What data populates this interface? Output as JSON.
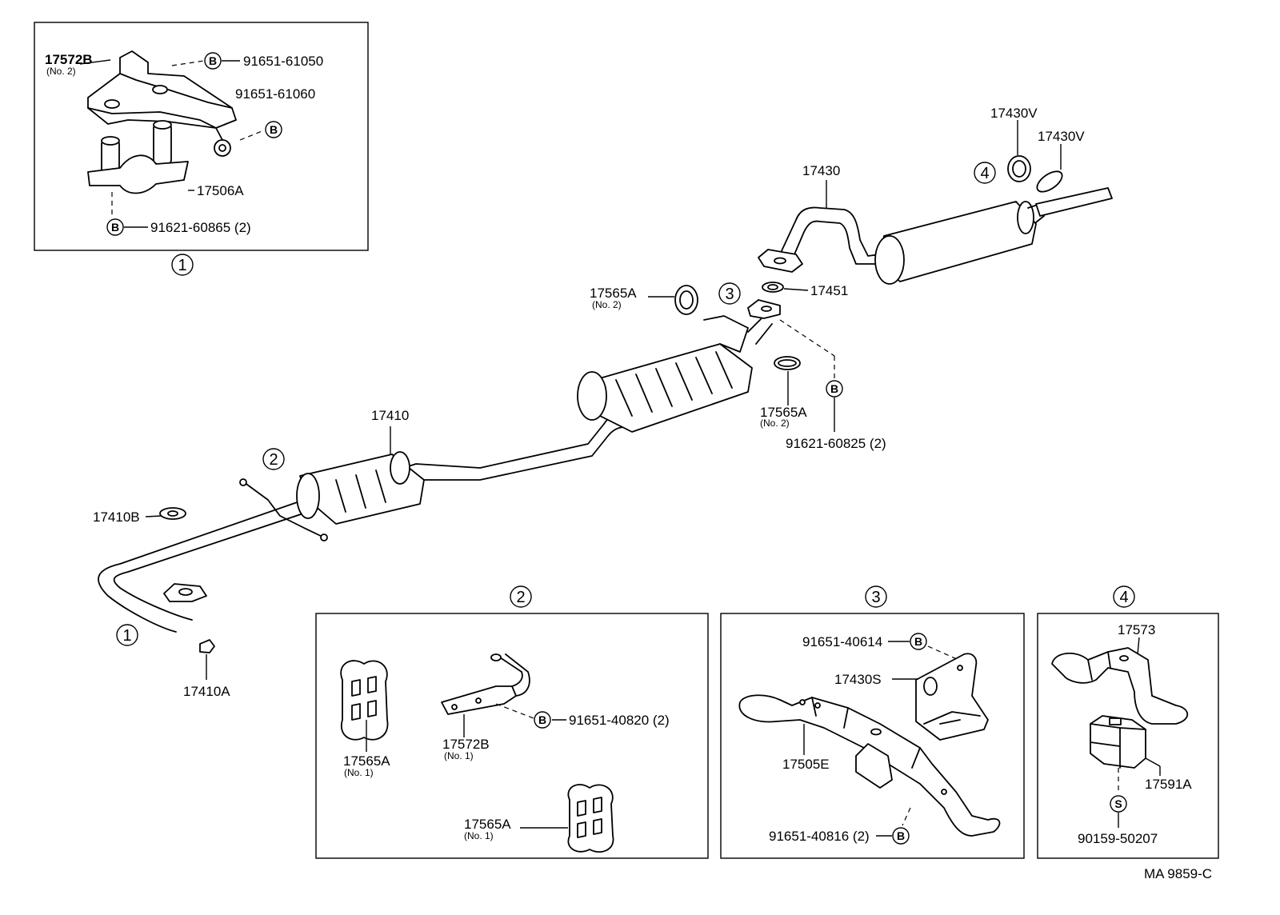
{
  "diagram": {
    "drawing_code": "MA 9859-C",
    "callout_symbols": {
      "one": "1",
      "two": "2",
      "three": "3",
      "four": "4",
      "bolt": "B",
      "screw": "S"
    },
    "main_parts": {
      "p17410": "17410",
      "p17410A": "17410A",
      "p17410B": "17410B",
      "p17430": "17430",
      "p17430V_a": "17430V",
      "p17430V_b": "17430V",
      "p17451": "17451",
      "p17565A_top": "17565A",
      "p17565A_top_note": "(No. 2)",
      "p17565A_mid": "17565A",
      "p17565A_mid_note": "(No. 2)",
      "p91621_60825": "91621-60825 (2)"
    },
    "detail_1": {
      "p17572B": "17572B",
      "p17572B_note": "(No. 2)",
      "p91651_61050": "91651-61050",
      "p91651_61060": "91651-61060",
      "p17506A": "17506A",
      "p91621_60865": "91621-60865 (2)"
    },
    "detail_2": {
      "p17565A_a": "17565A",
      "p17565A_a_note": "(No. 1)",
      "p17572B": "17572B",
      "p17572B_note": "(No. 1)",
      "p91651_40820": "91651-40820 (2)",
      "p17565A_b": "17565A",
      "p17565A_b_note": "(No. 1)"
    },
    "detail_3": {
      "p91651_40614": "91651-40614",
      "p17430S": "17430S",
      "p17505E": "17505E",
      "p91651_40816": "91651-40816 (2)"
    },
    "detail_4": {
      "p17573": "17573",
      "p17591A": "17591A",
      "p90159_50207": "90159-50207"
    }
  }
}
